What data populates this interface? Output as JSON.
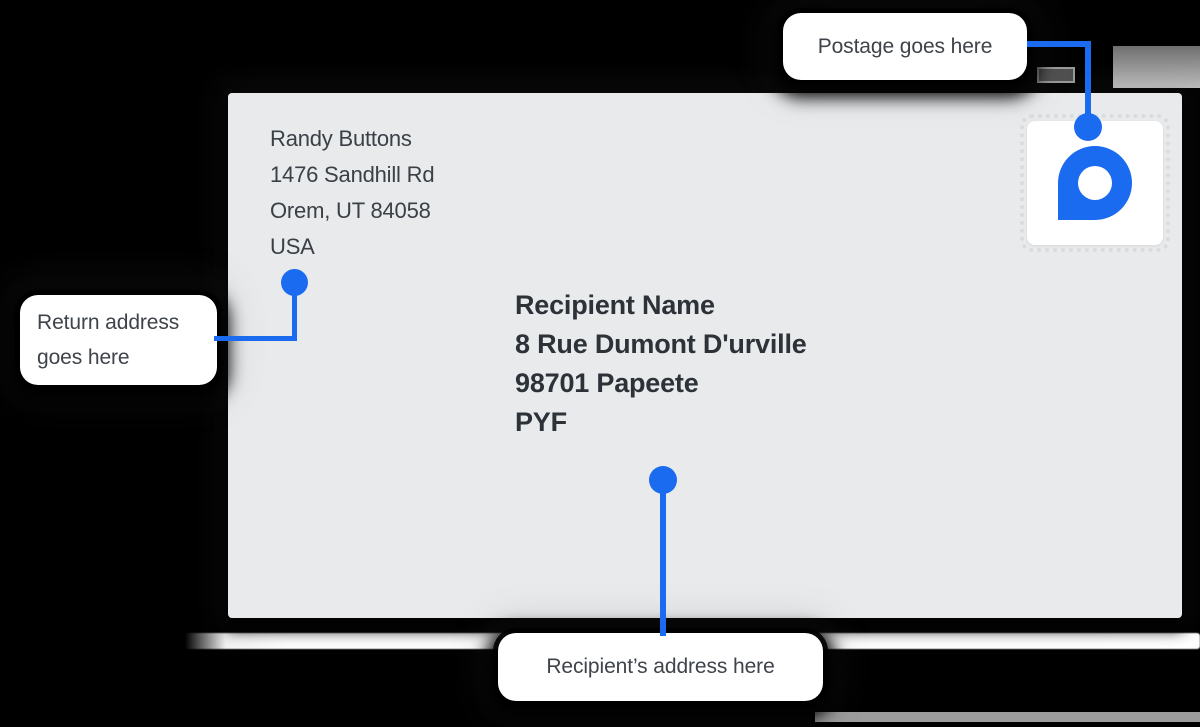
{
  "envelope": {
    "return_address": {
      "lines": [
        "Randy Buttons",
        "1476 Sandhill Rd",
        "Orem, UT 84058",
        "USA"
      ]
    },
    "recipient_address": {
      "lines": [
        "Recipient Name",
        "8 Rue Dumont D'urville",
        "98701 Papeete",
        "PYF"
      ]
    },
    "stamp": {
      "icon": "location-pin-logo"
    }
  },
  "callouts": {
    "postage": {
      "label": "Postage goes here"
    },
    "return_address": {
      "lines": [
        "Return address",
        "goes here"
      ]
    },
    "recipient": {
      "label": "Recipient’s address here"
    }
  },
  "colors": {
    "background": "#000000",
    "envelope": "#e8eaec",
    "accent_blue": "#1a6bf0",
    "callout_background": "#ffffff",
    "callout_text": "#3f444a",
    "return_address_text": "#3a4046",
    "recipient_address_text": "#2c3238",
    "stamp_perforation": "#d9dcdf",
    "bottom_strip_gray": "#9c9c9c"
  }
}
